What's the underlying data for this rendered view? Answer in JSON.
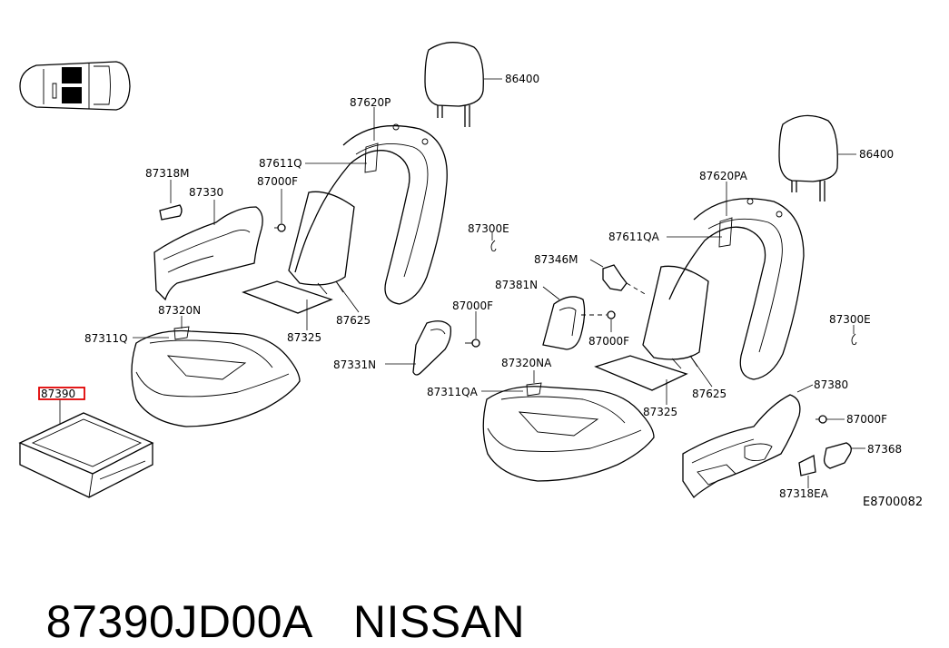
{
  "labels": {
    "headrest_left": "86400",
    "headrest_right": "86400",
    "back_pad_left": "87620P",
    "back_pad_right": "87620PA",
    "back_clip_left": "87611Q",
    "back_clip_right": "87611QA",
    "screw_left_back": "87000F",
    "screw_center": "87000F",
    "screw_right_inner": "87000F",
    "screw_right_outer": "87000F",
    "cover_cap_left": "87318M",
    "finisher_left": "87330",
    "clip_left": "87300E",
    "clip_right": "87300E",
    "bracket_right": "87346M",
    "finisher_inner": "87381N",
    "finisher_center": "87331N",
    "cushion_pad_left": "87320N",
    "cushion_pad_right": "87320NA",
    "cushion_clip_left": "87311Q",
    "cushion_clip_right": "87311QA",
    "sheet_left": "87325",
    "sheet_right": "87325",
    "frame_left": "87625",
    "frame_right": "87625",
    "highlighted_part": "87390",
    "finisher_right": "87380",
    "knob_right": "87368",
    "cover_cap_right": "87318EA",
    "diagram_code": "E8700082"
  },
  "caption": {
    "part_number": "87390JD00A",
    "brand": "NISSAN"
  },
  "colors": {
    "highlight": "#e00000",
    "line": "#000000"
  }
}
